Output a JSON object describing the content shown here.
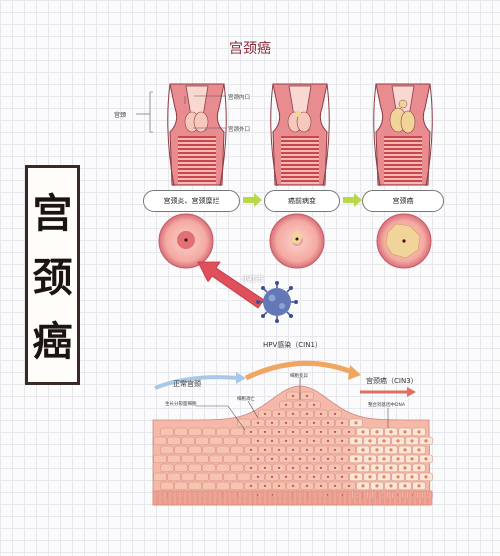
{
  "title": "宫颈癌",
  "side_label": [
    "宫",
    "颈",
    "癌"
  ],
  "anatomy": {
    "cervix_label": "宫颈",
    "internal_os": "宫颈内口",
    "external_os": "宫颈外口"
  },
  "stages": [
    "宫颈炎、宫颈糜烂",
    "癌前病变",
    "宫颈癌"
  ],
  "infection_arrow": "HPV病毒感染",
  "watermark": "小红书",
  "progression": {
    "hpv_cin1": "HPV感染（CIN1）",
    "normal": "正常宫颈",
    "cancer_cin3": "宫颈癌（CIN3）",
    "label_a": "生长分裂面细胞",
    "label_b": "细胞凋亡",
    "label_c": "细胞变异",
    "label_d": "整合到基因中DNA"
  },
  "colors": {
    "tissue_pink": "#f2a7a0",
    "tissue_red": "#c8464e",
    "arrow_red": "#e0505a",
    "arrow_green": "#b8d84a",
    "virus_blue": "#6478b8",
    "lesion_yellow": "#f0d49a"
  }
}
